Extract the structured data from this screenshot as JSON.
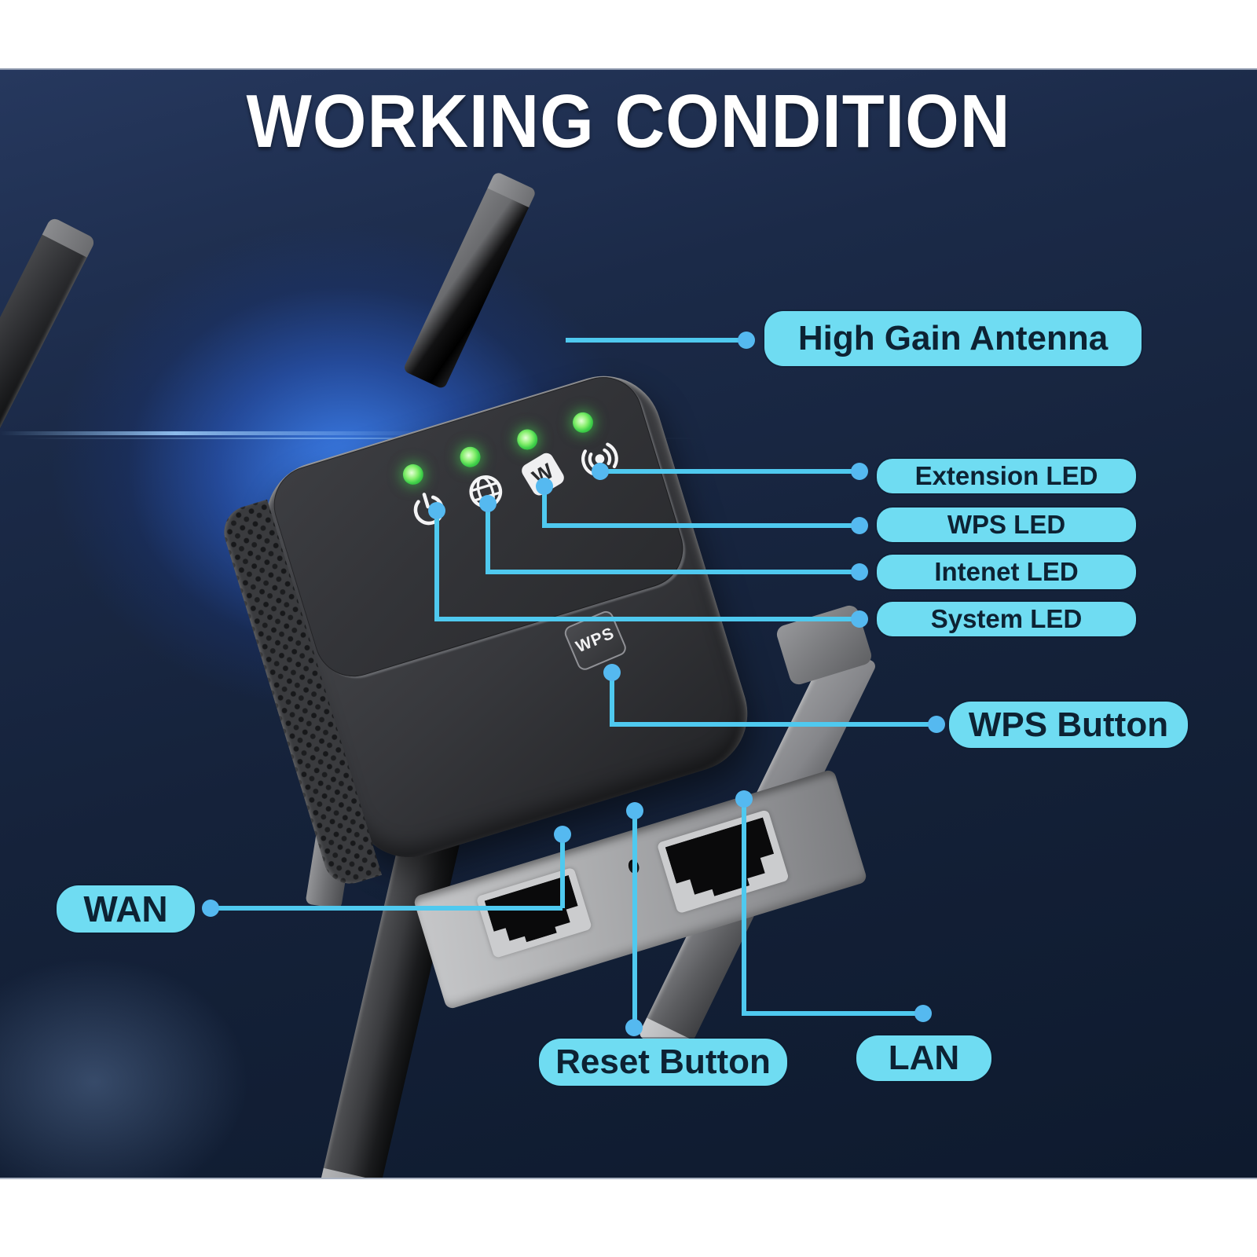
{
  "title": "WORKING CONDITION",
  "colors": {
    "background_navy": "#15223A",
    "accent_line_cyan": "#4FC9EF",
    "pill_fill_cyan": "#6FDCF2",
    "pill_text": "#0D2233",
    "led_green": "#4ADE53",
    "device_gray": "#3C3D41",
    "title_white": "#FFFFFF"
  },
  "device": {
    "wps_button_label": "WPS",
    "wps_led_glyph": "W",
    "leds": [
      {
        "icon": "power-icon",
        "state": "on"
      },
      {
        "icon": "internet-icon",
        "state": "on"
      },
      {
        "icon": "wps-icon",
        "state": "on"
      },
      {
        "icon": "extension-icon",
        "state": "on"
      }
    ]
  },
  "callouts": {
    "high_gain_antenna": "High Gain Antenna",
    "extension_led": "Extension LED",
    "wps_led": "WPS LED",
    "internet_led": "Intenet LED",
    "system_led": "System LED",
    "wps_button": "WPS Button",
    "wan": "WAN",
    "reset_button": "Reset Button",
    "lan": "LAN"
  }
}
